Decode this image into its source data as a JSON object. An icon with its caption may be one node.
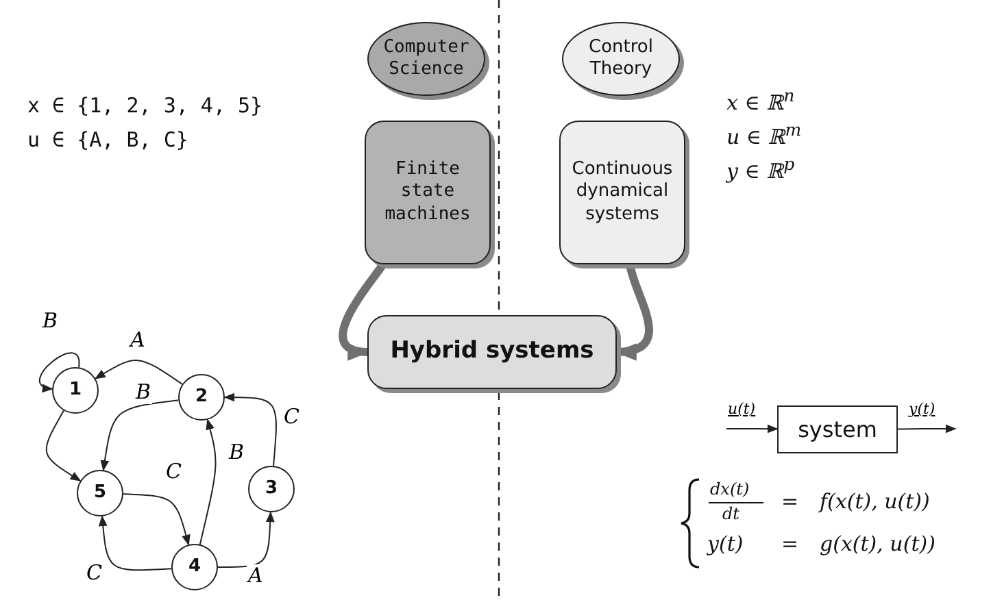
{
  "diagram": {
    "nodes": [
      {
        "text": [
          "Computer Science"
        ]
      },
      {
        "text": [
          "Control Theory"
        ]
      },
      {
        "text": [
          "Finite state machines"
        ]
      },
      {
        "text": [
          "Continuous dynamical systems"
        ]
      },
      {
        "text": [
          "Hybrid systems"
        ]
      },
      {
        "text": [
          "1"
        ]
      },
      {
        "text": [
          "2"
        ]
      },
      {
        "text": [
          "5"
        ]
      },
      {
        "text": [
          "3"
        ]
      },
      {
        "text": [
          "4"
        ]
      },
      {
        "text": [
          "system"
        ]
      }
    ],
    "edges": [
      {
        "from": 2,
        "to": 4,
        "arrow": "to",
        "style": "thick",
        "color": "#707070"
      },
      {
        "from": 3,
        "to": 4,
        "arrow": "to",
        "style": "thick",
        "color": "#707070"
      },
      {
        "from": 5,
        "to": 5,
        "arrow": "to",
        "label": "B"
      },
      {
        "from": 6,
        "to": 5,
        "arrow": "to",
        "label": "A"
      },
      {
        "from": 6,
        "to": 7,
        "arrow": "to",
        "label": "B"
      },
      {
        "from": 5,
        "to": 7,
        "arrow": "to"
      },
      {
        "from": 7,
        "to": 9,
        "arrow": "to",
        "label": "C"
      },
      {
        "from": 9,
        "to": 7,
        "arrow": "to",
        "label": "C"
      },
      {
        "from": 9,
        "to": 6,
        "arrow": "to",
        "label": "B"
      },
      {
        "from": 9,
        "to": 8,
        "arrow": "to",
        "label": "A"
      },
      {
        "from": 8,
        "to": 6,
        "arrow": "to",
        "label": "C"
      },
      {
        "from": null,
        "to": 10,
        "arrow": "to",
        "label": "u(t)"
      },
      {
        "from": 10,
        "to": null,
        "arrow": "to",
        "label": "y(t)"
      }
    ],
    "labels": [
      "x ∈ {1, 2, 3, 4, 5}",
      "u ∈ {A, B, C}",
      "x ∈ ℝ$^{n}$",
      "u ∈ ℝ$^{m}$",
      "y ∈ ℝ$^{p}$",
      "dx(t)",
      "dt",
      "=",
      "f(x(t), u(t))",
      "y(t)",
      "=",
      "g(x(t), u(t))"
    ]
  }
}
